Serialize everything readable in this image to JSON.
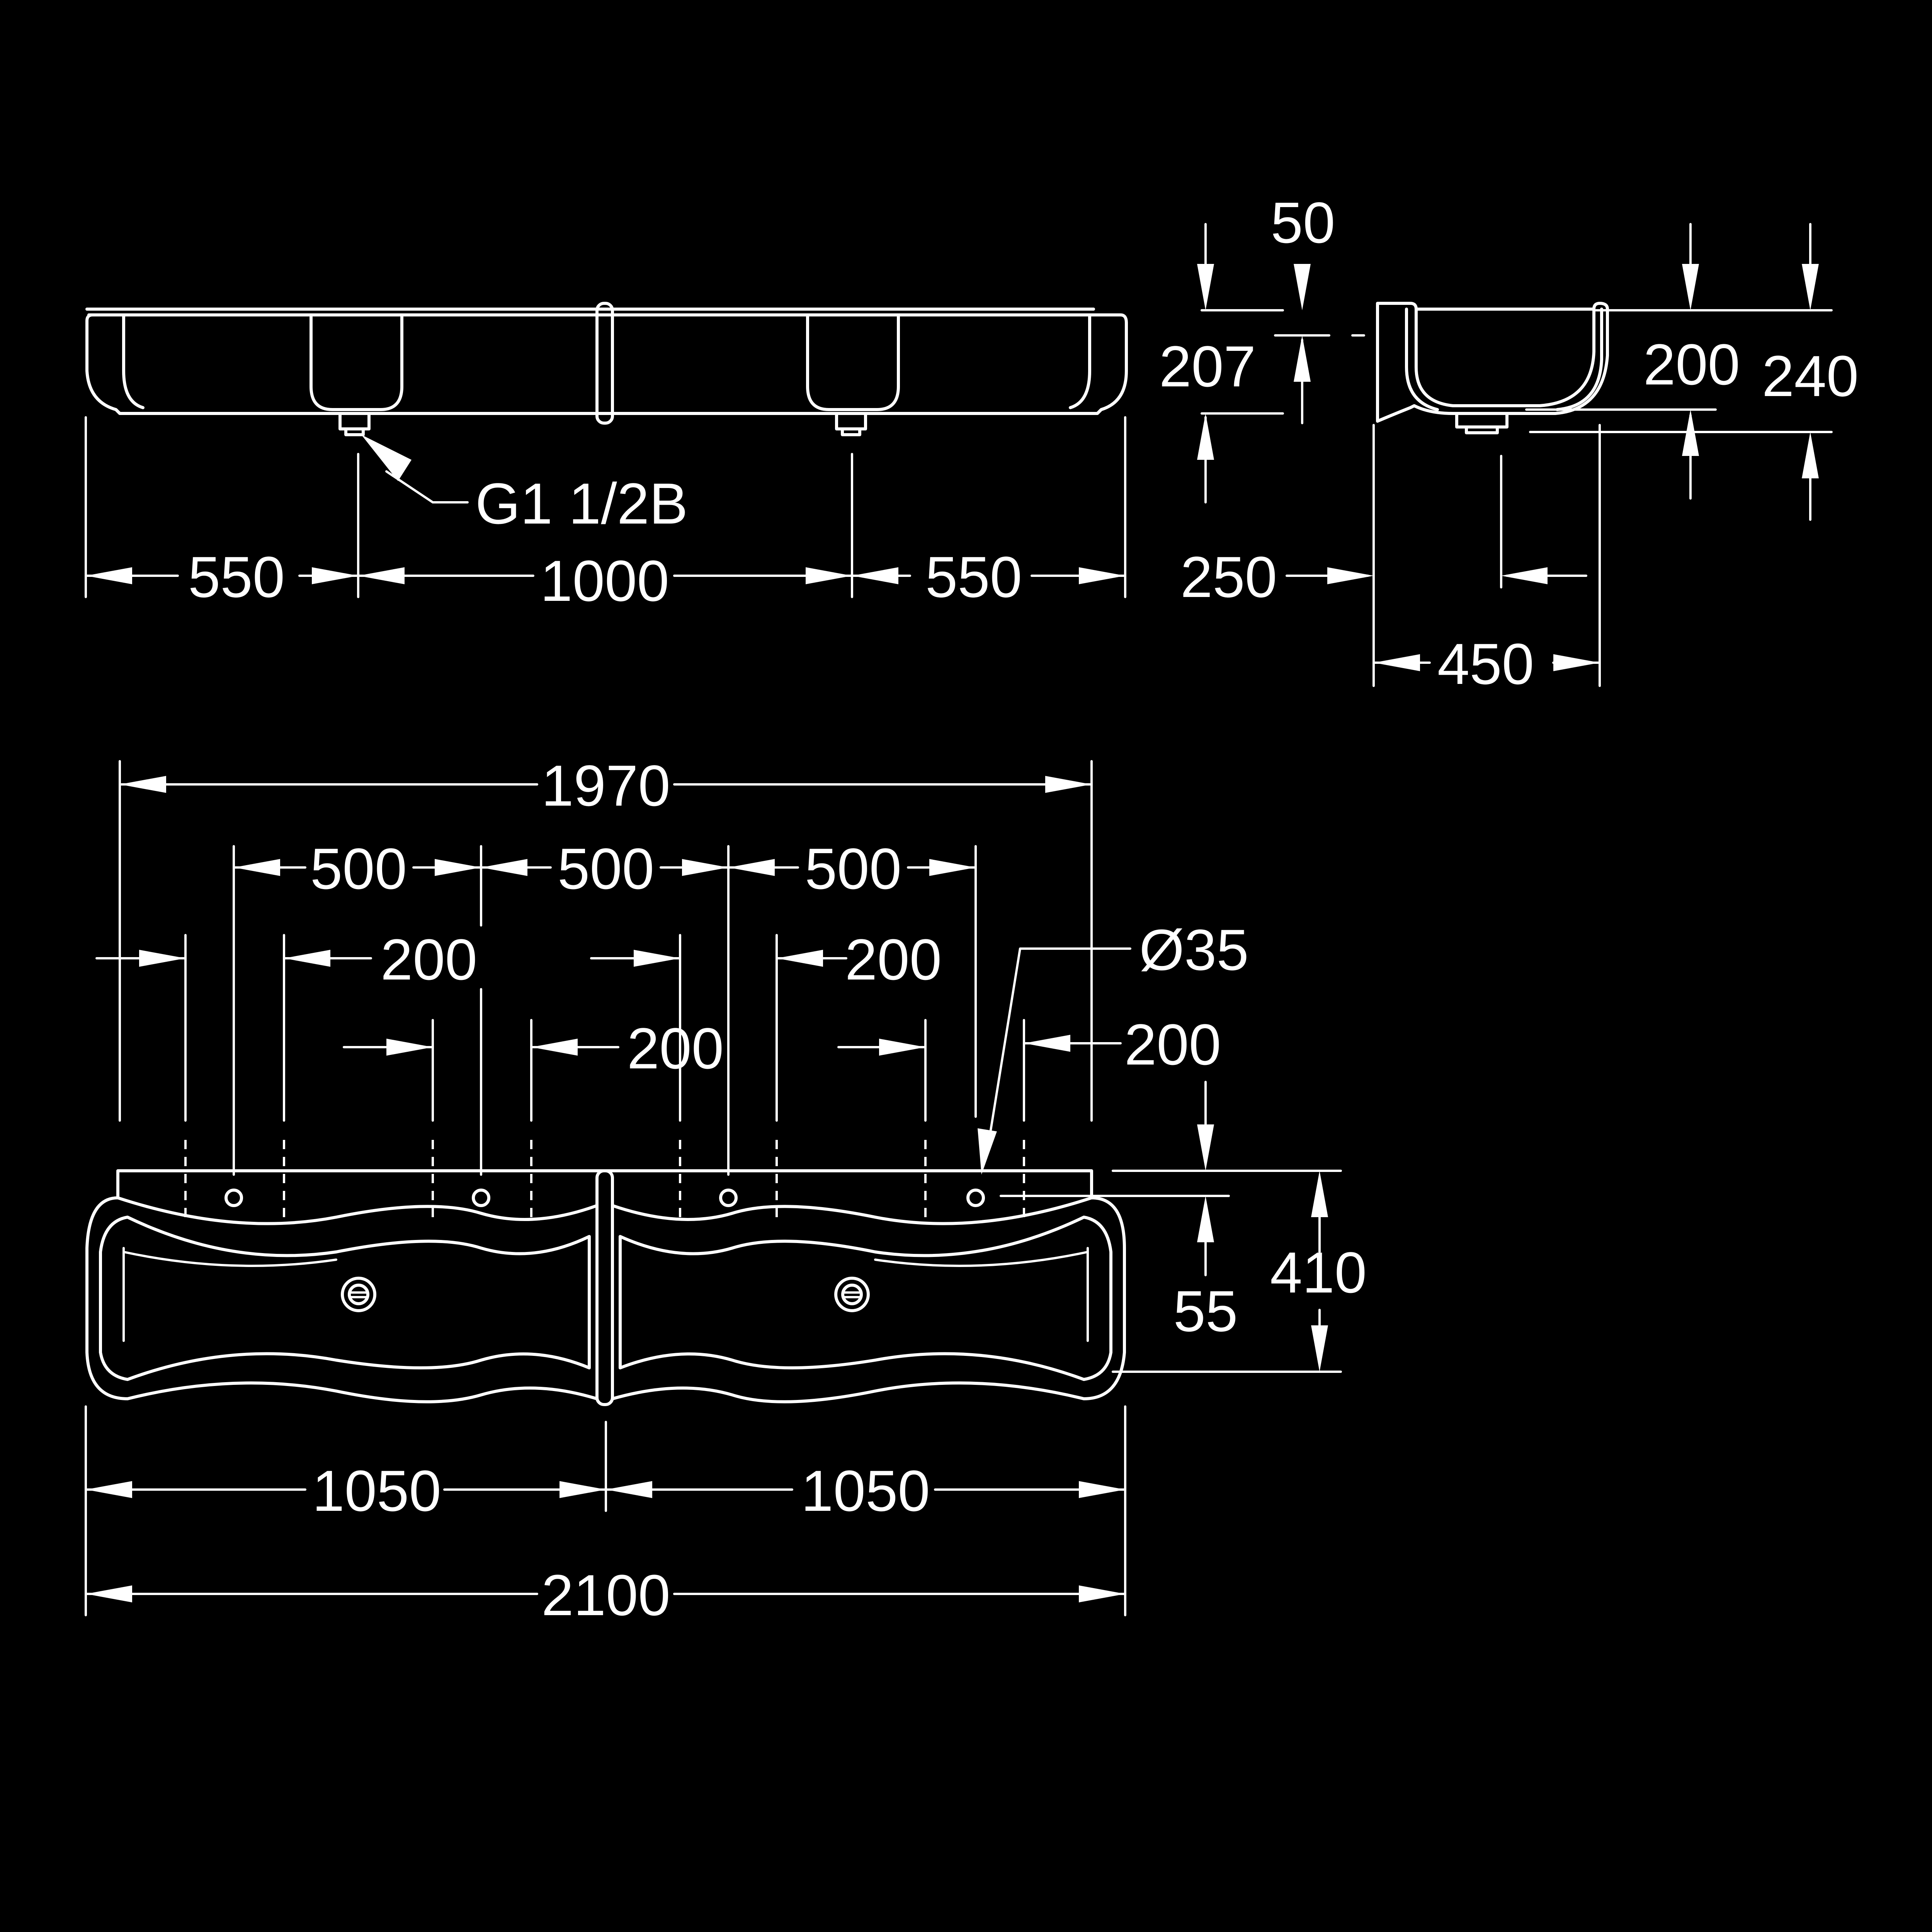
{
  "labels": {
    "top_550_left": "550",
    "top_1000": "1000",
    "top_550_right": "550",
    "outlet": "G1 1/2B",
    "side_50": "50",
    "side_207": "207",
    "side_200": "200",
    "side_240": "240",
    "side_250": "250",
    "side_450": "450",
    "plan_1970": "1970",
    "plan_500_a": "500",
    "plan_500_b": "500",
    "plan_500_c": "500",
    "plan_200_a": "200",
    "plan_200_b": "200",
    "plan_200_c": "200",
    "plan_200_d": "200",
    "plan_dia": "Ø35",
    "plan_55": "55",
    "plan_410": "410",
    "plan_1050_left": "1050",
    "plan_1050_right": "1050",
    "plan_2100": "2100"
  },
  "colors": {
    "background": "#000000",
    "line": "#ffffff"
  }
}
